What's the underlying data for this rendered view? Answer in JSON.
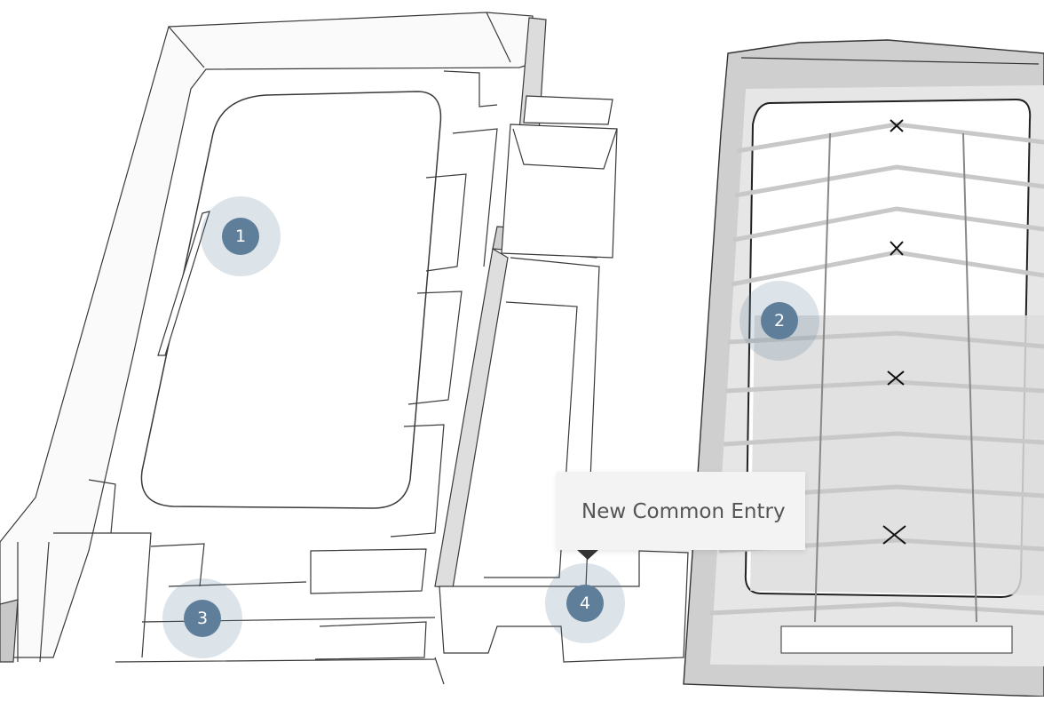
{
  "hotspots": [
    {
      "number": "1",
      "name": "hotspot-1"
    },
    {
      "number": "2",
      "name": "hotspot-2"
    },
    {
      "number": "3",
      "name": "hotspot-3"
    },
    {
      "number": "4",
      "name": "hotspot-4"
    }
  ],
  "tooltip": {
    "label": "New Common Entry"
  },
  "colors": {
    "marker": "#5f7e9a",
    "marker_halo": "#c4d0dc",
    "tooltip_bg": "#f3f3f3",
    "line": "#444444"
  }
}
